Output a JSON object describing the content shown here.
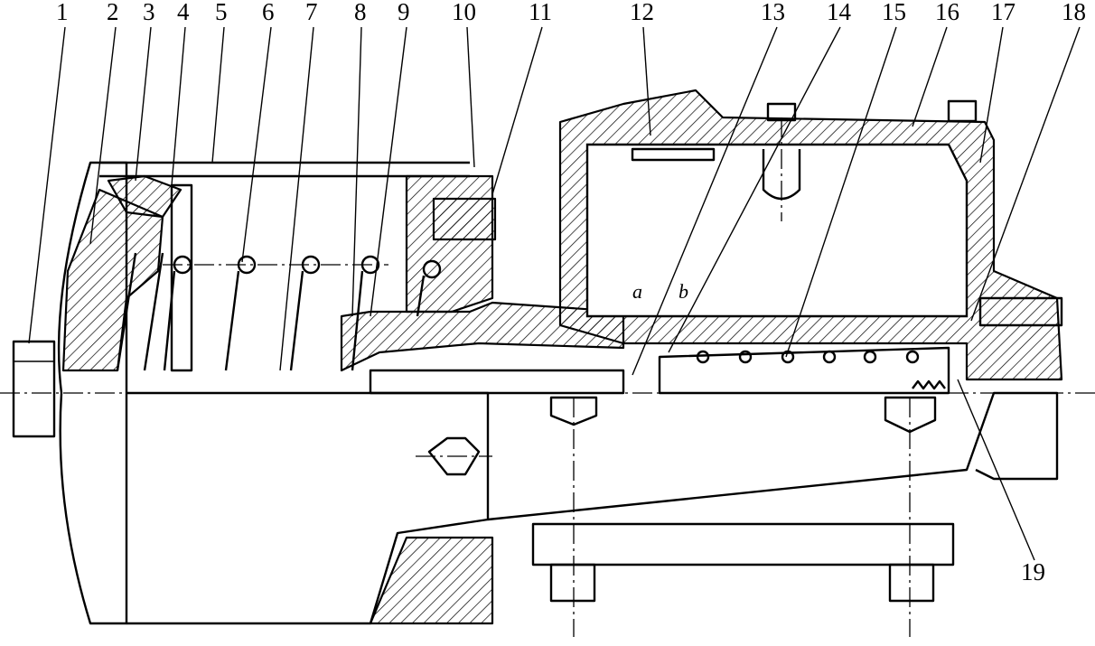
{
  "part_labels": [
    "1",
    "2",
    "3",
    "4",
    "5",
    "6",
    "7",
    "8",
    "9",
    "10",
    "11",
    "12",
    "13",
    "14",
    "15",
    "16",
    "17",
    "18",
    "19"
  ],
  "port_labels": [
    "a",
    "b"
  ]
}
